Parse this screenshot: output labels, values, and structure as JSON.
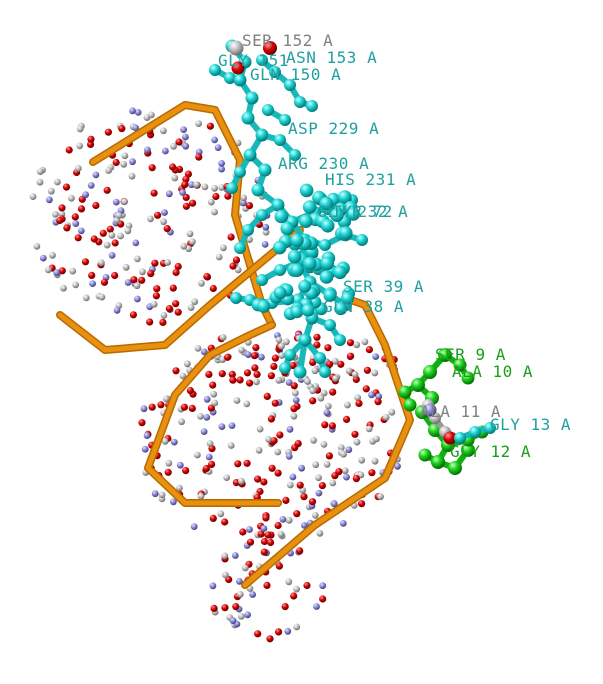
{
  "colors": {
    "background": "#ffffff",
    "backbone": "#e8900f",
    "backbone_shade": "#b86a00",
    "oxygen": "#d40000",
    "carbon": "#b4b4b4",
    "nitrogen": "#8080d0",
    "protein_chain_a": "#20d0d0",
    "protein_segment_green": "#18d018",
    "label_grey": "#808080",
    "label_cyan": "#20a0a0",
    "label_green": "#1aa01a"
  },
  "labels": [
    {
      "id": "ser152",
      "text": "SER 152 A",
      "tone": "grey"
    },
    {
      "id": "gly151",
      "text": "GLY 151",
      "tone": "cyan"
    },
    {
      "id": "asn153",
      "text": "ASN 153 A",
      "tone": "cyan"
    },
    {
      "id": "gln150",
      "text": "GLN 150 A",
      "tone": "cyan"
    },
    {
      "id": "asp229",
      "text": "ASP 229 A",
      "tone": "cyan"
    },
    {
      "id": "arg230",
      "text": "ARG 230 A",
      "tone": "cyan"
    },
    {
      "id": "his231",
      "text": "HIS 231 A",
      "tone": "cyan"
    },
    {
      "id": "gly232",
      "text": "GLY 232 A",
      "tone": "cyan"
    },
    {
      "id": "tyr72",
      "text": "TYR 72",
      "tone": "cyan"
    },
    {
      "id": "ser39",
      "text": "SER 39 A",
      "tone": "cyan"
    },
    {
      "id": "gln38",
      "text": "GLN 38 A",
      "tone": "cyan"
    },
    {
      "id": "ser9",
      "text": "SER 9 A",
      "tone": "green"
    },
    {
      "id": "ala10",
      "text": "ALA 10 A",
      "tone": "green"
    },
    {
      "id": "ala11",
      "text": "ALA 11 A",
      "tone": "grey"
    },
    {
      "id": "gly13",
      "text": "GLY 13 A",
      "tone": "cyan"
    },
    {
      "id": "gly12",
      "text": "GLY 12 A",
      "tone": "green"
    }
  ]
}
